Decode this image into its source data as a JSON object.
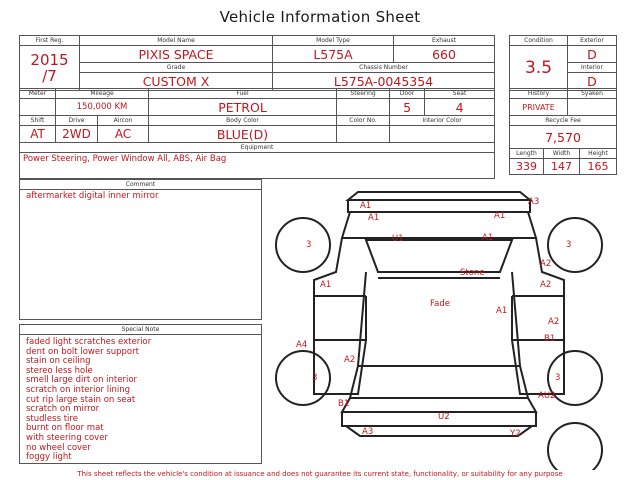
{
  "sheet_title": "Vehicle Information Sheet",
  "labels": {
    "first_reg": "First Reg.",
    "model_name": "Model Name",
    "model_type": "Model Type",
    "exhaust": "Exhaust",
    "grade": "Grade",
    "chassis_number": "Chassis Number",
    "condition": "Condition",
    "exterior": "Exterior",
    "interior": "Interior",
    "meter": "Meter",
    "mileage": "Mileage",
    "fuel": "Fuel",
    "steering": "Steering",
    "door": "Door",
    "seat": "Seat",
    "history": "History",
    "syaken": "Syaken",
    "shift": "Shift",
    "drive": "Drive",
    "aircon": "Aircon",
    "body_color": "Body Color",
    "color_no": "Color No.",
    "interior_color": "Interior Color",
    "recycle_fee": "Recycle Fee",
    "equipment": "Equipment",
    "length": "Length",
    "width": "Width",
    "height": "Height",
    "comment": "Comment",
    "special_note": "Special Note"
  },
  "vehicle": {
    "first_reg_year": "2015",
    "first_reg_month": "/7",
    "model_name": "PIXIS SPACE",
    "model_type": "L575A",
    "exhaust": "660",
    "grade": "CUSTOM X",
    "chassis_number": "L575A-0045354",
    "condition": "3.5",
    "exterior": "D",
    "interior": "D",
    "meter": "",
    "mileage": "150,000 KM",
    "fuel": "PETROL",
    "steering": "",
    "door": "5",
    "seat": "4",
    "history": "PRIVATE",
    "syaken": "",
    "shift": "AT",
    "drive": "2WD",
    "aircon": "AC",
    "body_color": "BLUE(D)",
    "color_no": "",
    "interior_color": "",
    "recycle_fee": "7,570",
    "equipment": "Power Steering, Power Window  All, ABS, Air Bag",
    "length": "339",
    "width": "147",
    "height": "165"
  },
  "comment": "aftermarket digital inner mirror",
  "special_notes": [
    "faded light scratches exterior",
    "dent on bolt lower support",
    "stain on ceiling",
    "stereo less hole",
    "smell large dirt on interior",
    "scratch on interior lining",
    "cut rip large stain on seat",
    "scratch on mirror",
    "studless tire",
    "burnt on floor mat",
    "with steering cover",
    "no wheel cover",
    "foggy light"
  ],
  "diagram_marks": {
    "m1": "A1",
    "m2": "A3",
    "m3": "A1",
    "m4": "A1",
    "m5": "U1",
    "m6": "3",
    "m7": "3",
    "m8": "Stone",
    "m9": "A1",
    "m10": "A2",
    "m11": "A1",
    "m12": "Fade",
    "m13": "A2",
    "m14": "A1",
    "m15": "B1",
    "m16": "A2",
    "m17": "A4",
    "m18": "A2",
    "m19": "3",
    "m20": "3",
    "m21": "B1",
    "m22": "AU2",
    "m23": "U2",
    "m24": "A3",
    "m25": "Y2"
  },
  "footer": "This sheet reflects the vehicle's condition at issuance and does not guarantee its current state, functionality, or suitability for any purpose"
}
